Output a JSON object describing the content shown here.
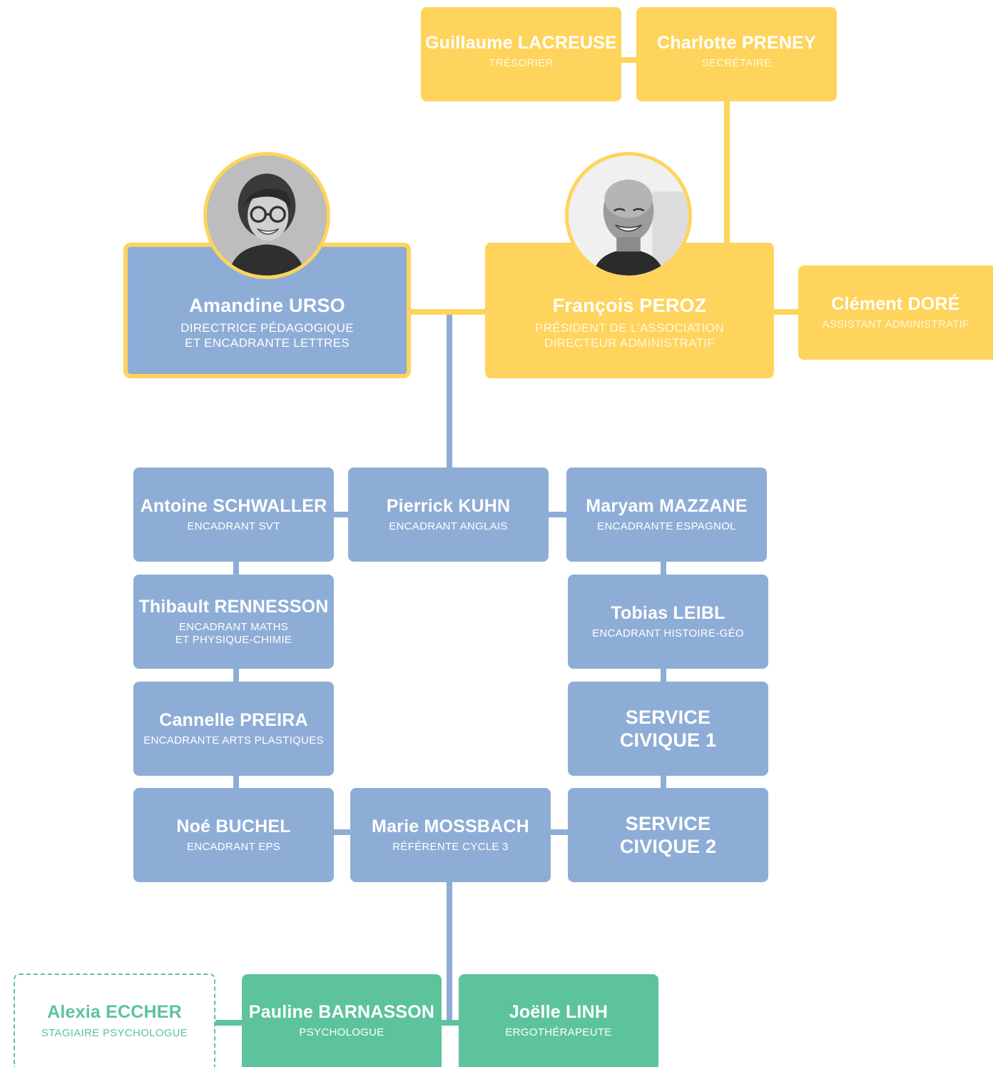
{
  "colors": {
    "board": "#ffd45c",
    "staff": "#8eadd6",
    "health": "#5cc39d",
    "text": "#ffffff"
  },
  "board": {
    "tresorier": {
      "name": "Guillaume LACREUSE",
      "role": "TRÉSORIER"
    },
    "secretaire": {
      "name": "Charlotte PRENEY",
      "role": "SECRÉTAIRE"
    },
    "president": {
      "name": "François PEROZ",
      "role": "PRÉSIDENT DE L’ASSOCIATION\nDIRECTEUR ADMINISTRATIF"
    },
    "assistant": {
      "name": "Clément DORÉ",
      "role": "ASSISTANT ADMINISTRATIF"
    }
  },
  "direction": {
    "pedagogique": {
      "name": "Amandine URSO",
      "role": "DIRECTRICE PÉDAGOGIQUE\nET ENCADRANTE LETTRES"
    }
  },
  "staff": {
    "schwaller": {
      "name": "Antoine SCHWALLER",
      "role": "ENCADRANT SVT"
    },
    "kuhn": {
      "name": "Pierrick KUHN",
      "role": "ENCADRANT ANGLAIS"
    },
    "mazzane": {
      "name": "Maryam MAZZANE",
      "role": "ENCADRANTE ESPAGNOL"
    },
    "rennesson": {
      "name": "Thibault RENNESSON",
      "role": "ENCADRANT MATHS\nET PHYSIQUE-CHIMIE"
    },
    "leibl": {
      "name": "Tobias LEIBL",
      "role": "ENCADRANT HISTOIRE-GÉO"
    },
    "preira": {
      "name": "Cannelle PREIRA",
      "role": "ENCADRANTE ARTS PLASTIQUES"
    },
    "service1": {
      "name": "SERVICE\nCIVIQUE 1"
    },
    "buchel": {
      "name": "Noé BUCHEL",
      "role": "ENCADRANT EPS"
    },
    "mossbach": {
      "name": "Marie MOSSBACH",
      "role": "RÉFÉRENTE CYCLE 3"
    },
    "service2": {
      "name": "SERVICE\nCIVIQUE 2"
    }
  },
  "health": {
    "eccher": {
      "name": "Alexia ECCHER",
      "role": "STAGIAIRE PSYCHOLOGUE"
    },
    "barnasson": {
      "name": "Pauline BARNASSON",
      "role": "PSYCHOLOGUE"
    },
    "linh": {
      "name": "Joëlle LINH",
      "role": "ERGOTHÉRAPEUTE"
    }
  }
}
